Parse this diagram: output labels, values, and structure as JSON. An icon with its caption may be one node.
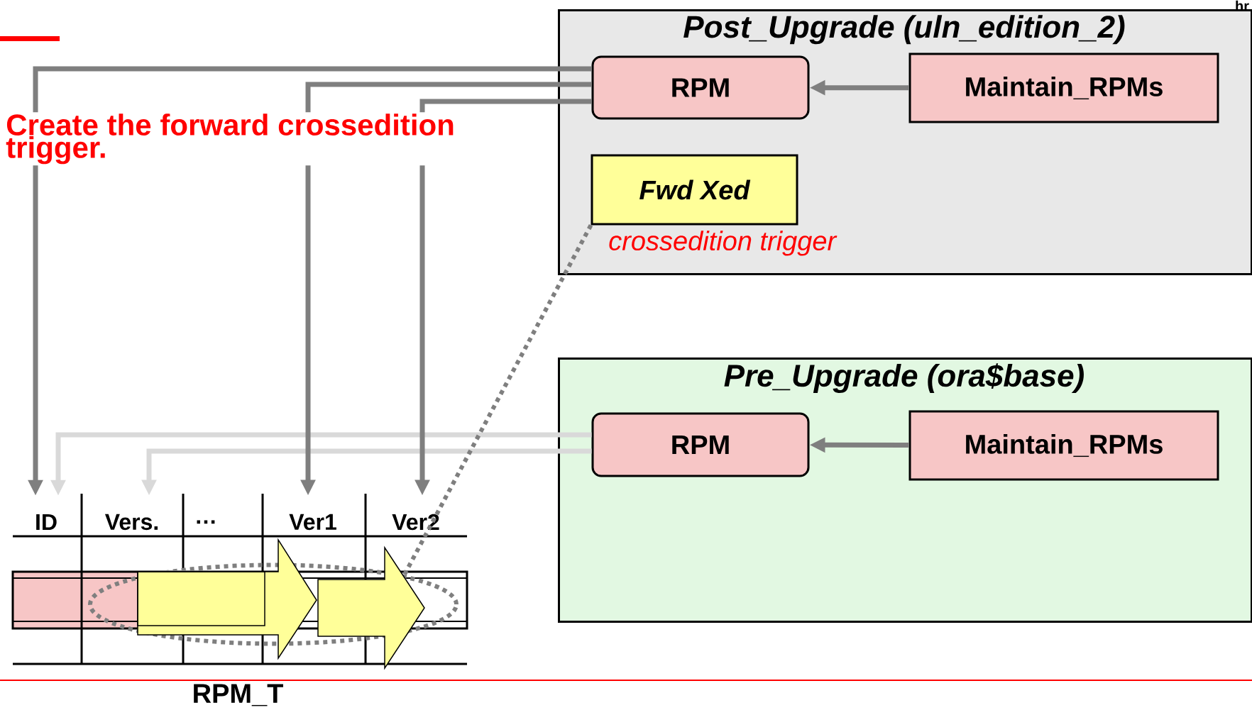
{
  "diagram": {
    "title": "Create the forward crossedition trigger.",
    "nodes": [
      {
        "text": [
          "Post_Upgrade (uln_edition_2)"
        ]
      },
      {
        "text": [
          "RPM"
        ],
        "in": 0
      },
      {
        "text": [
          "Maintain_RPMs"
        ],
        "in": 0
      },
      {
        "text": [
          "Fwd Xed"
        ],
        "in": 0,
        "beside": [
          "crossedition trigger"
        ]
      },
      {
        "text": [
          "Pre_Upgrade (ora$base)"
        ]
      },
      {
        "text": [
          "RPM"
        ],
        "in": 4
      },
      {
        "text": [
          "Maintain_RPMs"
        ],
        "in": 4
      },
      {
        "text": [
          "ID"
        ]
      },
      {
        "text": [
          "Vers."
        ]
      },
      {
        "text": [
          "…"
        ]
      },
      {
        "text": [
          "Ver1"
        ]
      },
      {
        "text": [
          "Ver2"
        ]
      },
      {
        "text": [],
        "shape": "ellipse"
      },
      {
        "text": [],
        "shape": "arrow"
      },
      {
        "text": [],
        "shape": "arrow"
      }
    ],
    "edges": [
      {
        "from": 2,
        "to": 1,
        "arrow": "to",
        "color": "#7f7f7f"
      },
      {
        "from": 6,
        "to": 5,
        "arrow": "to",
        "color": "#7f7f7f"
      },
      {
        "from": 5,
        "to": 7,
        "arrow": "to",
        "color": "#d9d9d9"
      },
      {
        "from": 5,
        "to": 8,
        "arrow": "to",
        "color": "#d9d9d9"
      },
      {
        "from": 1,
        "to": 7,
        "arrow": "to",
        "color": "#7f7f7f"
      },
      {
        "from": 1,
        "to": 10,
        "arrow": "to",
        "color": "#7f7f7f"
      },
      {
        "from": 1,
        "to": 11,
        "arrow": "to",
        "color": "#7f7f7f"
      },
      {
        "from": 3,
        "to": 12,
        "arrow": "none",
        "style": "dashed",
        "color": "#7f7f7f"
      }
    ],
    "labels": [
      "RPM_T",
      "hr"
    ]
  }
}
